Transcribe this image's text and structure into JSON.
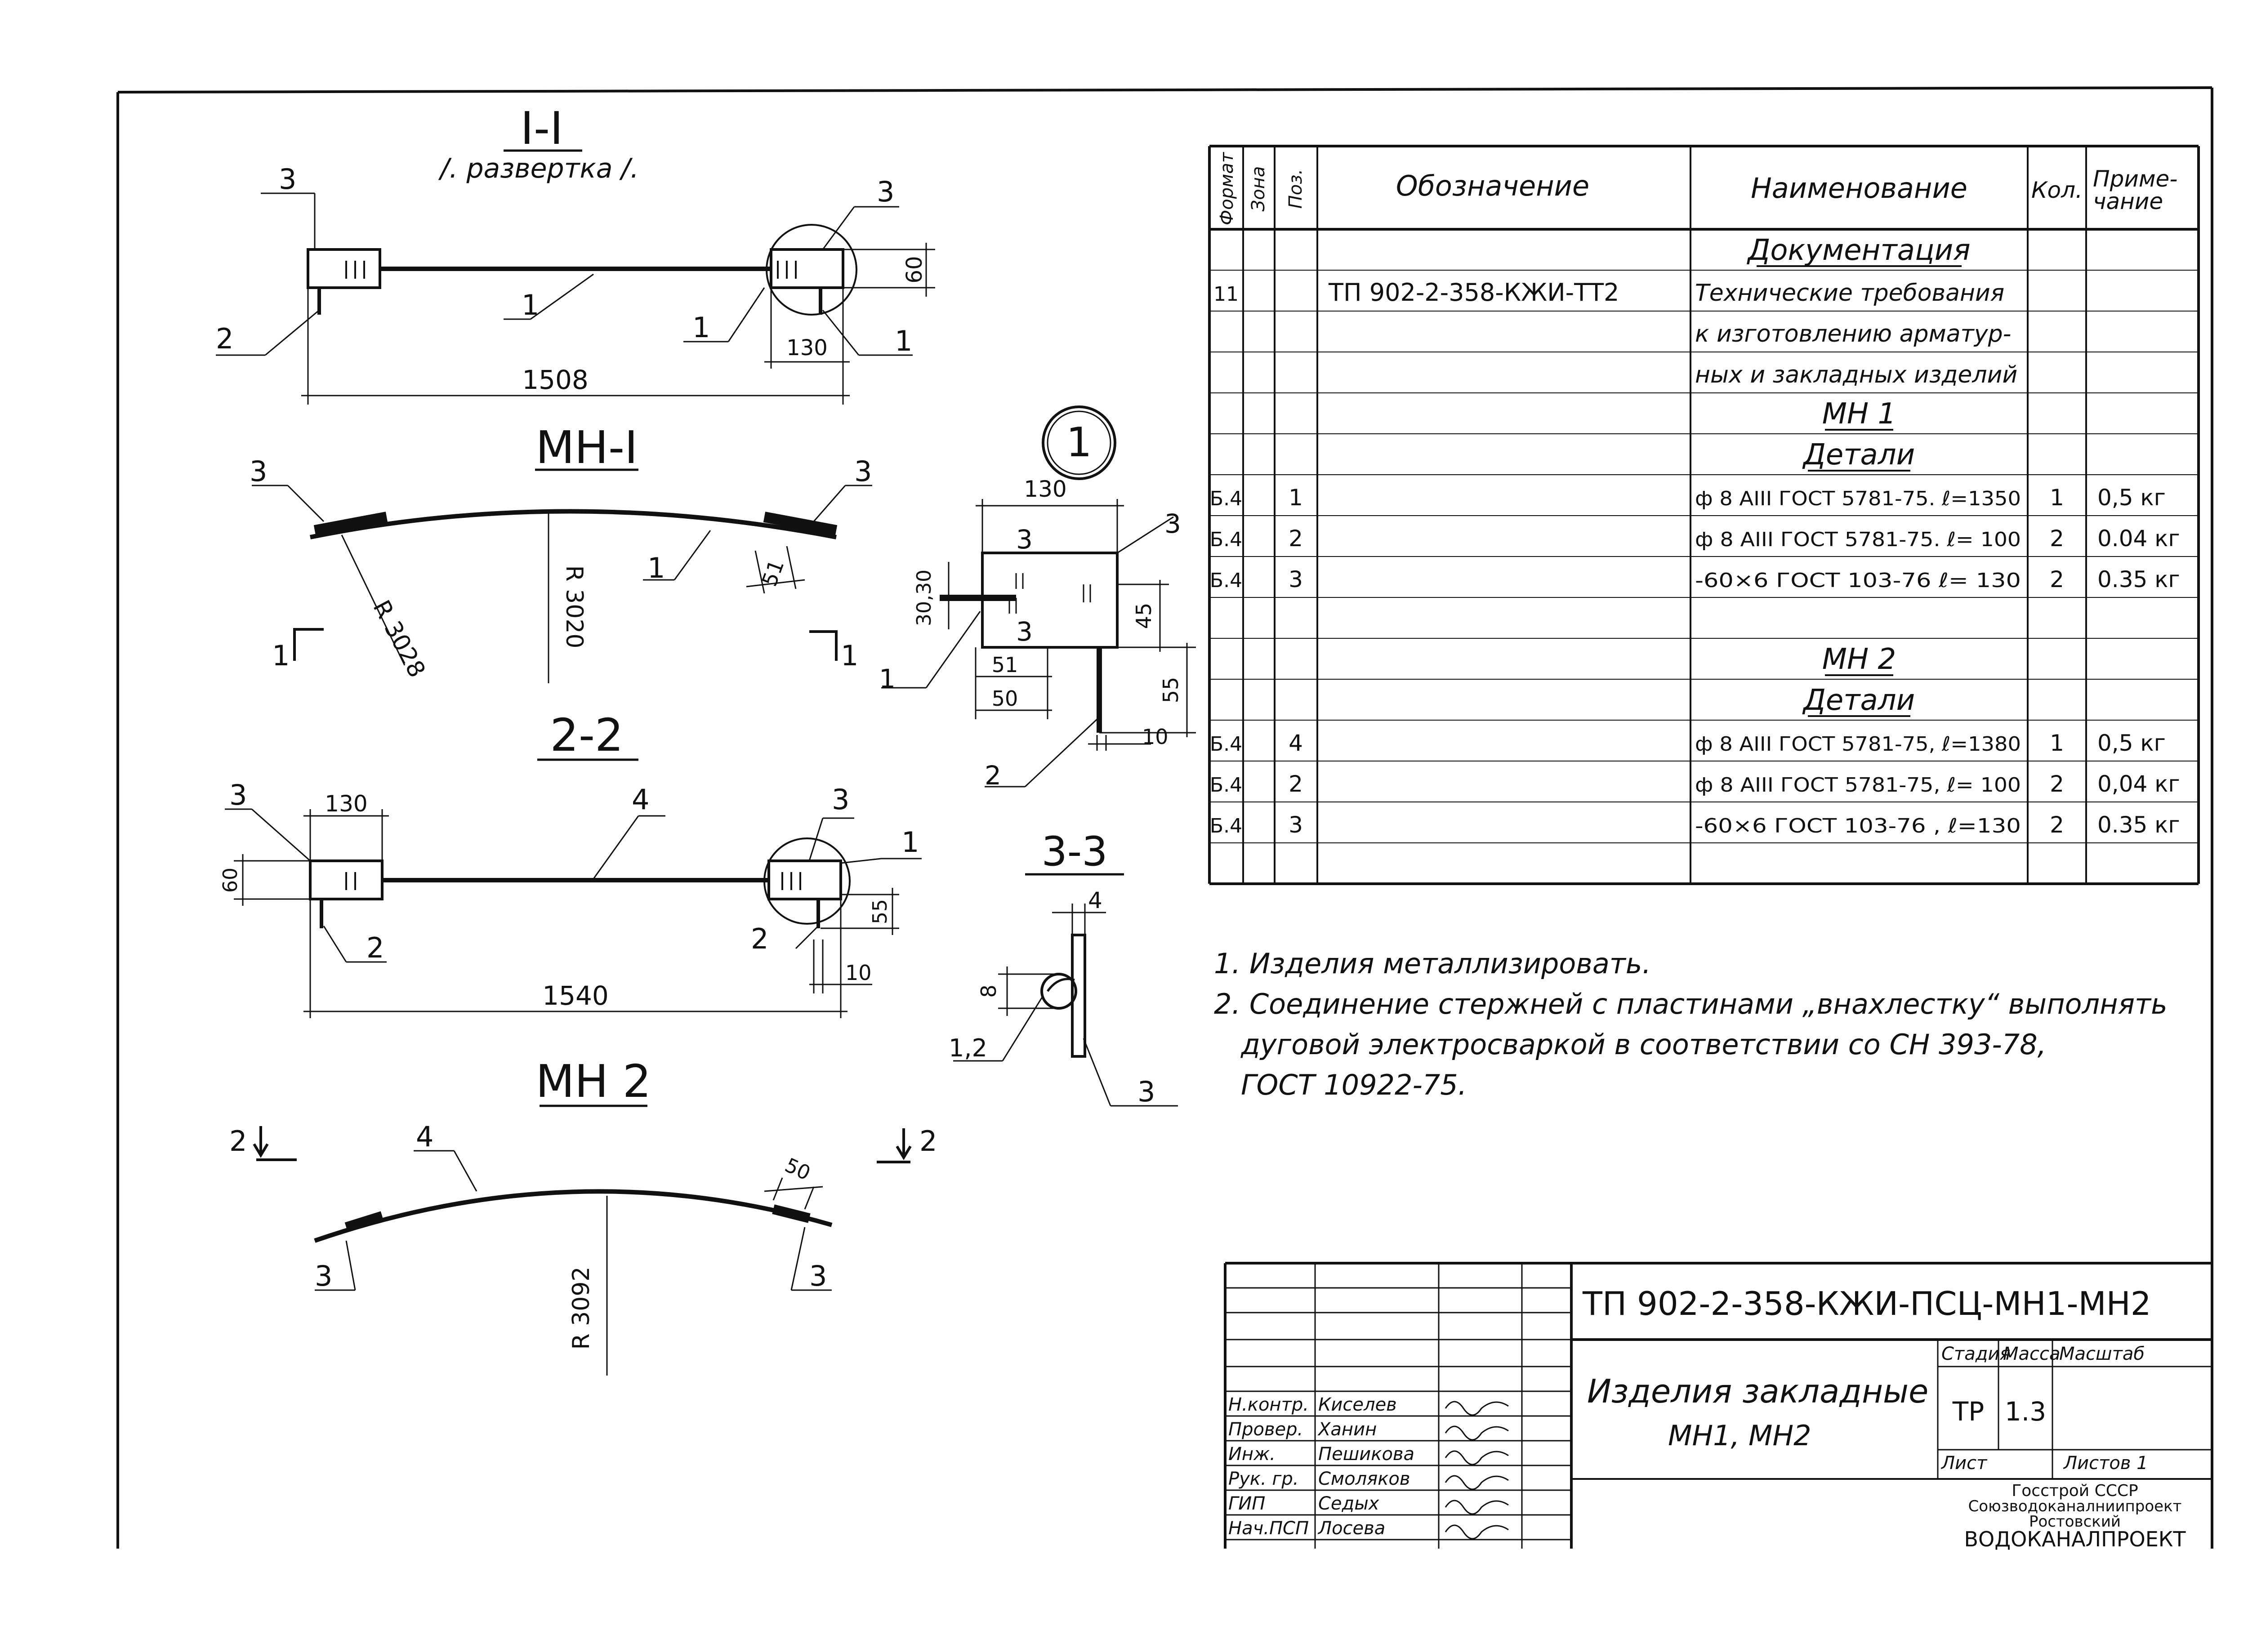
{
  "drawing": {
    "sections": {
      "s11_title": "I-I",
      "s11_sub": "/. развертка /.",
      "mn1_title": "МН-I",
      "s22_title": "2-2",
      "mn2_title": "МН 2",
      "node1": "1",
      "s33_title": "3-3",
      "cut1_left": "1",
      "cut1_right": "1",
      "cut2_left": "2",
      "cut2_right": "2"
    },
    "dims": {
      "d1508": "1508",
      "d60a": "60",
      "d130a": "130",
      "r3028": "R 3028",
      "r3020": "R 3020",
      "d51a": "51",
      "d130b": "130",
      "d3030": "30,30",
      "d45": "45",
      "d55a": "55",
      "d51b": "51",
      "d50a": "50",
      "d10a": "10",
      "d130c": "130",
      "d60b": "60",
      "d1540": "1540",
      "d55b": "55",
      "d10b": "10",
      "d4": "4",
      "d8": "8",
      "d12": "1,2",
      "d50b": "50",
      "r3092": "R 3092"
    },
    "pos": {
      "p3": "3",
      "p2": "2",
      "p1": "1",
      "p4": "4"
    }
  },
  "spec": {
    "headers": {
      "format": "Формат",
      "zone": "Зона",
      "pos": "Поз.",
      "designation": "Обозначение",
      "name": "Наименование",
      "qty": "Кол.",
      "note": "Приме-\nчание"
    },
    "rows": [
      {
        "format": "",
        "pos": "",
        "designation": "",
        "name": "Документация",
        "qty": "",
        "note": "",
        "heading": true
      },
      {
        "format": "11",
        "pos": "",
        "designation": "ТП 902-2-358-КЖИ-ТТ2",
        "name": "Технические требования",
        "qty": "",
        "note": ""
      },
      {
        "format": "",
        "pos": "",
        "designation": "",
        "name": "к изготовлению арматур-",
        "qty": "",
        "note": ""
      },
      {
        "format": "",
        "pos": "",
        "designation": "",
        "name": "ных и закладных изделий",
        "qty": "",
        "note": ""
      },
      {
        "format": "",
        "pos": "",
        "designation": "",
        "name": "МН 1",
        "qty": "",
        "note": "",
        "heading": true
      },
      {
        "format": "",
        "pos": "",
        "designation": "",
        "name": "Детали",
        "qty": "",
        "note": "",
        "heading": true
      },
      {
        "format": "Б.4",
        "pos": "1",
        "designation": "",
        "name": "ф 8 АIII ГОСТ 5781-75. ℓ=1350",
        "qty": "1",
        "note": "0,5 кг"
      },
      {
        "format": "Б.4",
        "pos": "2",
        "designation": "",
        "name": "ф 8 АIII ГОСТ 5781-75. ℓ= 100",
        "qty": "2",
        "note": "0.04 кг"
      },
      {
        "format": "Б.4",
        "pos": "3",
        "designation": "",
        "name": "-60×6 ГОСТ 103-76 ℓ= 130",
        "qty": "2",
        "note": "0.35 кг"
      },
      {
        "format": "",
        "pos": "",
        "designation": "",
        "name": "",
        "qty": "",
        "note": ""
      },
      {
        "format": "",
        "pos": "",
        "designation": "",
        "name": "МН 2",
        "qty": "",
        "note": "",
        "heading": true
      },
      {
        "format": "",
        "pos": "",
        "designation": "",
        "name": "Детали",
        "qty": "",
        "note": "",
        "heading": true
      },
      {
        "format": "Б.4",
        "pos": "4",
        "designation": "",
        "name": "ф 8 АIII ГОСТ 5781-75, ℓ=1380",
        "qty": "1",
        "note": "0,5 кг"
      },
      {
        "format": "Б.4",
        "pos": "2",
        "designation": "",
        "name": "ф 8 АIII ГОСТ 5781-75, ℓ= 100",
        "qty": "2",
        "note": "0,04 кг"
      },
      {
        "format": "Б.4",
        "pos": "3",
        "designation": "",
        "name": "-60×6 ГОСТ 103-76 , ℓ=130",
        "qty": "2",
        "note": "0.35 кг"
      },
      {
        "format": "",
        "pos": "",
        "designation": "",
        "name": "",
        "qty": "",
        "note": ""
      }
    ]
  },
  "notes": [
    "1. Изделия металлизировать.",
    "2. Соединение стержней с пластинами „внахлестку“ выполнять",
    "дуговой электросваркой в соответствии со СН 393-78,",
    "ГОСТ 10922-75."
  ],
  "stamp": {
    "code": "ТП 902-2-358-КЖИ-ПСЦ-МН1-МН2",
    "title_l1": "Изделия закладные",
    "title_l2": "МН1, МН2",
    "stage_label": "Стадия",
    "mass_label": "Масса",
    "scale_label": "Масштаб",
    "stage": "ТР",
    "mass": "1.3",
    "sheet_label": "Лист",
    "sheets_label": "Листов 1",
    "org_l1": "Госстрой СССР",
    "org_l2": "Союзводоканалниипроект",
    "org_l3": "Ростовский",
    "org_l4": "ВОДОКАНАЛПРОЕКТ",
    "people": [
      {
        "role": "Н.контр.",
        "name": "Киселев"
      },
      {
        "role": "Провер.",
        "name": "Ханин"
      },
      {
        "role": "Инж.",
        "name": "Пешикова"
      },
      {
        "role": "Рук. гр.",
        "name": "Смоляков"
      },
      {
        "role": "ГИП",
        "name": "Седых"
      },
      {
        "role": "Нач.ПСП",
        "name": "Лосева"
      }
    ]
  }
}
